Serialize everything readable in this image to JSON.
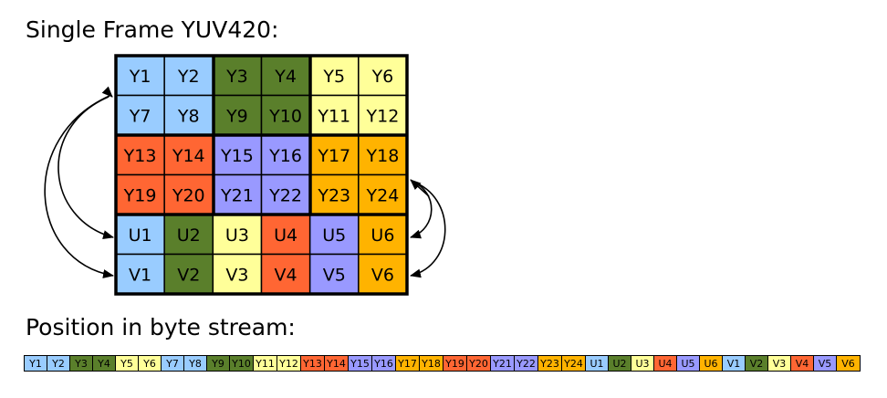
{
  "title": "Single Frame YUV420:",
  "subtitle": "Position in byte stream:",
  "colors": {
    "blue": "#99ccff",
    "green": "#5a7f2b",
    "yellow": "#ffff99",
    "red": "#ff6633",
    "purple": "#9999ff",
    "orange": "#ffb300"
  },
  "grid": {
    "rows": [
      [
        {
          "label": "Y1",
          "color": "blue"
        },
        {
          "label": "Y2",
          "color": "blue"
        },
        {
          "label": "Y3",
          "color": "green"
        },
        {
          "label": "Y4",
          "color": "green"
        },
        {
          "label": "Y5",
          "color": "yellow"
        },
        {
          "label": "Y6",
          "color": "yellow"
        }
      ],
      [
        {
          "label": "Y7",
          "color": "blue"
        },
        {
          "label": "Y8",
          "color": "blue"
        },
        {
          "label": "Y9",
          "color": "green"
        },
        {
          "label": "Y10",
          "color": "green"
        },
        {
          "label": "Y11",
          "color": "yellow"
        },
        {
          "label": "Y12",
          "color": "yellow"
        }
      ],
      [
        {
          "label": "Y13",
          "color": "red"
        },
        {
          "label": "Y14",
          "color": "red"
        },
        {
          "label": "Y15",
          "color": "purple"
        },
        {
          "label": "Y16",
          "color": "purple"
        },
        {
          "label": "Y17",
          "color": "orange"
        },
        {
          "label": "Y18",
          "color": "orange"
        }
      ],
      [
        {
          "label": "Y19",
          "color": "red"
        },
        {
          "label": "Y20",
          "color": "red"
        },
        {
          "label": "Y21",
          "color": "purple"
        },
        {
          "label": "Y22",
          "color": "purple"
        },
        {
          "label": "Y23",
          "color": "orange"
        },
        {
          "label": "Y24",
          "color": "orange"
        }
      ],
      [
        {
          "label": "U1",
          "color": "blue"
        },
        {
          "label": "U2",
          "color": "green"
        },
        {
          "label": "U3",
          "color": "yellow"
        },
        {
          "label": "U4",
          "color": "red"
        },
        {
          "label": "U5",
          "color": "purple"
        },
        {
          "label": "U6",
          "color": "orange"
        }
      ],
      [
        {
          "label": "V1",
          "color": "blue"
        },
        {
          "label": "V2",
          "color": "green"
        },
        {
          "label": "V3",
          "color": "yellow"
        },
        {
          "label": "V4",
          "color": "red"
        },
        {
          "label": "V5",
          "color": "purple"
        },
        {
          "label": "V6",
          "color": "orange"
        }
      ]
    ]
  },
  "stream": [
    {
      "label": "Y1",
      "color": "blue"
    },
    {
      "label": "Y2",
      "color": "blue"
    },
    {
      "label": "Y3",
      "color": "green"
    },
    {
      "label": "Y4",
      "color": "green"
    },
    {
      "label": "Y5",
      "color": "yellow"
    },
    {
      "label": "Y6",
      "color": "yellow"
    },
    {
      "label": "Y7",
      "color": "blue"
    },
    {
      "label": "Y8",
      "color": "blue"
    },
    {
      "label": "Y9",
      "color": "green"
    },
    {
      "label": "Y10",
      "color": "green"
    },
    {
      "label": "Y11",
      "color": "yellow"
    },
    {
      "label": "Y12",
      "color": "yellow"
    },
    {
      "label": "Y13",
      "color": "red"
    },
    {
      "label": "Y14",
      "color": "red"
    },
    {
      "label": "Y15",
      "color": "purple"
    },
    {
      "label": "Y16",
      "color": "purple"
    },
    {
      "label": "Y17",
      "color": "orange"
    },
    {
      "label": "Y18",
      "color": "orange"
    },
    {
      "label": "Y19",
      "color": "red"
    },
    {
      "label": "Y20",
      "color": "red"
    },
    {
      "label": "Y21",
      "color": "purple"
    },
    {
      "label": "Y22",
      "color": "purple"
    },
    {
      "label": "Y23",
      "color": "orange"
    },
    {
      "label": "Y24",
      "color": "orange"
    },
    {
      "label": "U1",
      "color": "blue"
    },
    {
      "label": "U2",
      "color": "green"
    },
    {
      "label": "U3",
      "color": "yellow"
    },
    {
      "label": "U4",
      "color": "red"
    },
    {
      "label": "U5",
      "color": "purple"
    },
    {
      "label": "U6",
      "color": "orange"
    },
    {
      "label": "V1",
      "color": "blue"
    },
    {
      "label": "V2",
      "color": "green"
    },
    {
      "label": "V3",
      "color": "yellow"
    },
    {
      "label": "V4",
      "color": "red"
    },
    {
      "label": "V5",
      "color": "purple"
    },
    {
      "label": "V6",
      "color": "orange"
    }
  ]
}
